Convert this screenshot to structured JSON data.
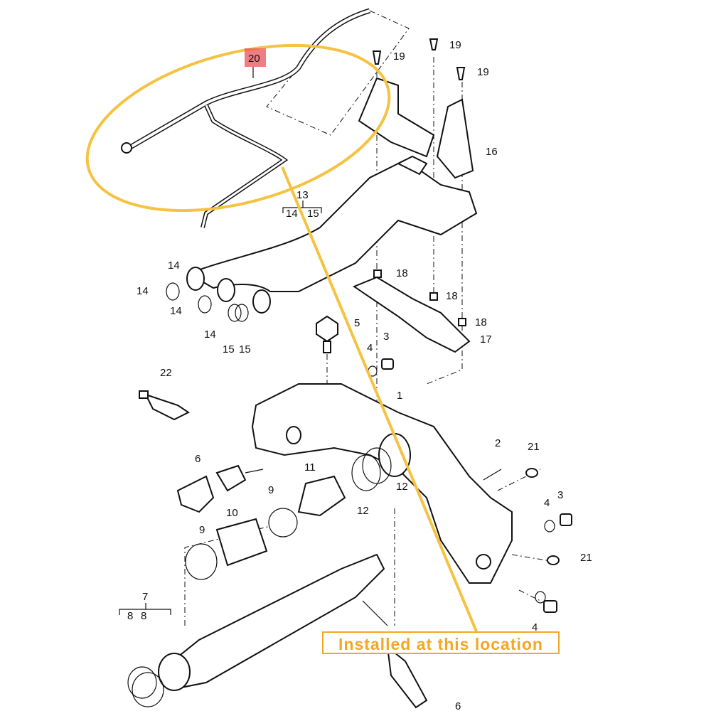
{
  "diagram": {
    "highlighted_label": "20",
    "labels": [
      "19",
      "19",
      "19",
      "16",
      "13",
      "14",
      "15",
      "14",
      "14",
      "14",
      "14",
      "15",
      "15",
      "18",
      "18",
      "18",
      "17",
      "5",
      "3",
      "4",
      "22",
      "1",
      "2",
      "21",
      "6",
      "11",
      "12",
      "12",
      "9",
      "10",
      "9",
      "3",
      "4",
      "21",
      "7",
      "8",
      "8",
      "4",
      "6"
    ],
    "callout_text": "Installed at this location",
    "colors": {
      "highlight_ellipse": "#f5c242",
      "callout": "#f5a623",
      "label_highlight": "#e8535a"
    }
  }
}
